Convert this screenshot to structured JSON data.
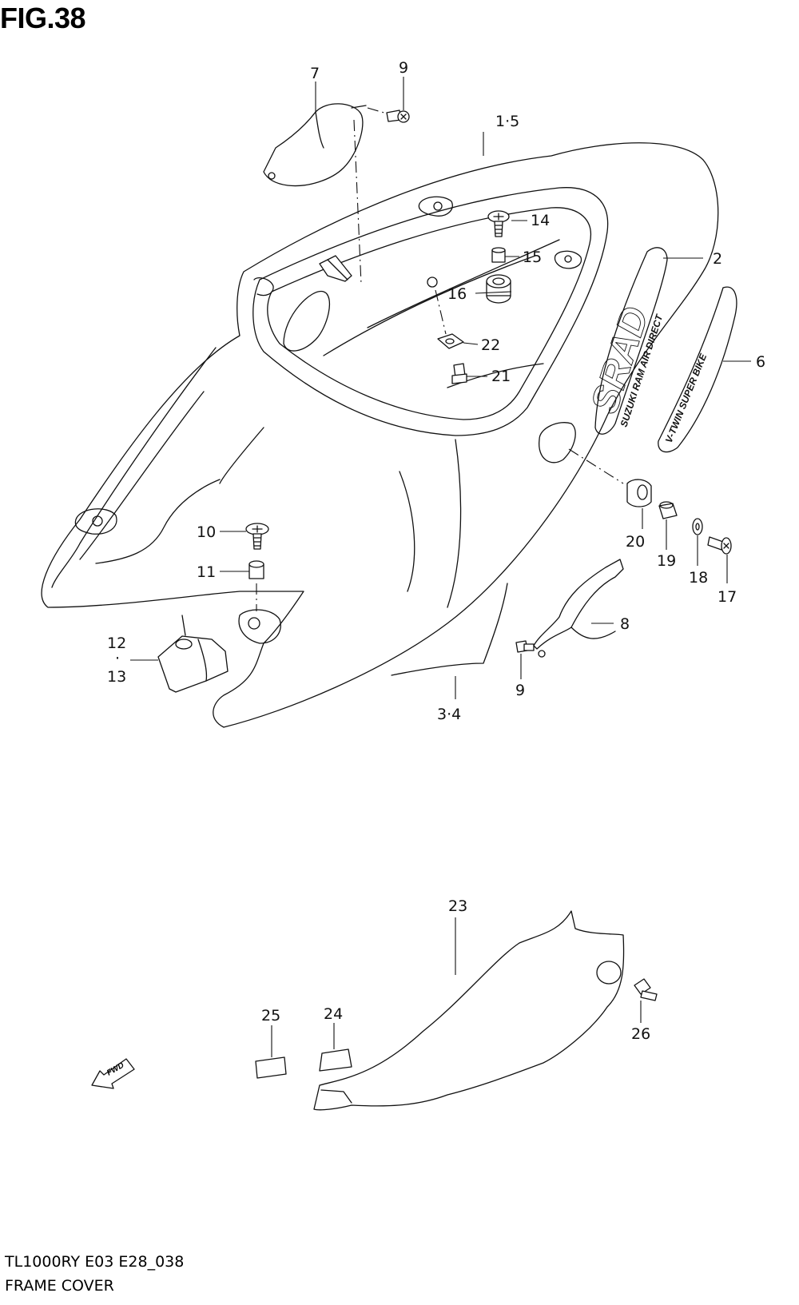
{
  "figure": {
    "title": "FIG.38",
    "code": "TL1000RY E03 E28_038",
    "name": "FRAME COVER"
  },
  "decals": {
    "srad": "SRAD",
    "srad_sub": "SUZUKI RAM AIR DIRECT",
    "vtwin": "V-TWIN SUPER BIKE"
  },
  "fwd": "FWD",
  "callouts": [
    {
      "id": "c7",
      "text": "7"
    },
    {
      "id": "c9a",
      "text": "9"
    },
    {
      "id": "c15a",
      "text": "1·5"
    },
    {
      "id": "c14",
      "text": "14"
    },
    {
      "id": "c2",
      "text": "2"
    },
    {
      "id": "c15",
      "text": "15"
    },
    {
      "id": "c16",
      "text": "16"
    },
    {
      "id": "c6",
      "text": "6"
    },
    {
      "id": "c22",
      "text": "22"
    },
    {
      "id": "c21",
      "text": "21"
    },
    {
      "id": "c20",
      "text": "20"
    },
    {
      "id": "c19",
      "text": "19"
    },
    {
      "id": "c18",
      "text": "18"
    },
    {
      "id": "c17",
      "text": "17"
    },
    {
      "id": "c10",
      "text": "10"
    },
    {
      "id": "c11",
      "text": "11"
    },
    {
      "id": "c8",
      "text": "8"
    },
    {
      "id": "c12",
      "text": "12"
    },
    {
      "id": "c13",
      "text": "13"
    },
    {
      "id": "c9b",
      "text": "9"
    },
    {
      "id": "c34",
      "text": "3·4"
    },
    {
      "id": "c23",
      "text": "23"
    },
    {
      "id": "c25",
      "text": "25"
    },
    {
      "id": "c24",
      "text": "24"
    },
    {
      "id": "c26",
      "text": "26"
    }
  ]
}
